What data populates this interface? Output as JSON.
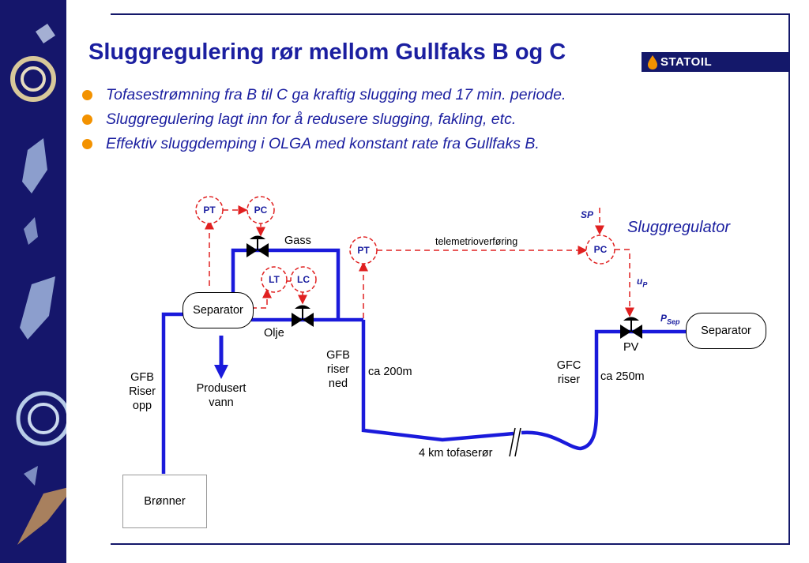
{
  "slide": {
    "title": "Sluggregulering rør mellom Gullfaks B og C",
    "logo_text": "STATOIL",
    "bullets": [
      "Tofasestrømning fra B til C ga kraftig slugging med 17 min. periode.",
      "Sluggregulering lagt inn for å redusere slugging, fakling, etc.",
      "Effektiv sluggdemping i OLGA med konstant rate fra Gullfaks B."
    ],
    "bullet_color": "#f39200",
    "title_color": "#1b1fa0"
  },
  "diagram": {
    "heading": "Sluggregulator",
    "separator_b": "Separator",
    "separator_c": "Separator",
    "wells": "Brønner",
    "gas": "Gass",
    "oil": "Olje",
    "produced_water": [
      "Produsert",
      "vann"
    ],
    "gfb_riser_up": [
      "GFB",
      "Riser",
      "opp"
    ],
    "gfb_riser_down": [
      "GFB",
      "riser",
      "ned"
    ],
    "gfc_riser": [
      "GFC",
      "riser"
    ],
    "len_200": "ca 200m",
    "len_250": "ca 250m",
    "pipeline": "4 km tofaserør",
    "telemetry": "telemetrioverføring",
    "pv": "PV",
    "instruments": {
      "pt1": "PT",
      "pc1": "PC",
      "lt": "LT",
      "lc": "LC",
      "pt2": "PT",
      "pc2": "PC"
    },
    "sp": "SP",
    "up": "u",
    "up_sub": "P",
    "psep": "P",
    "psep_sub": "Sep",
    "pipe_color": "#1a1adb",
    "signal_color": "#e02020"
  }
}
